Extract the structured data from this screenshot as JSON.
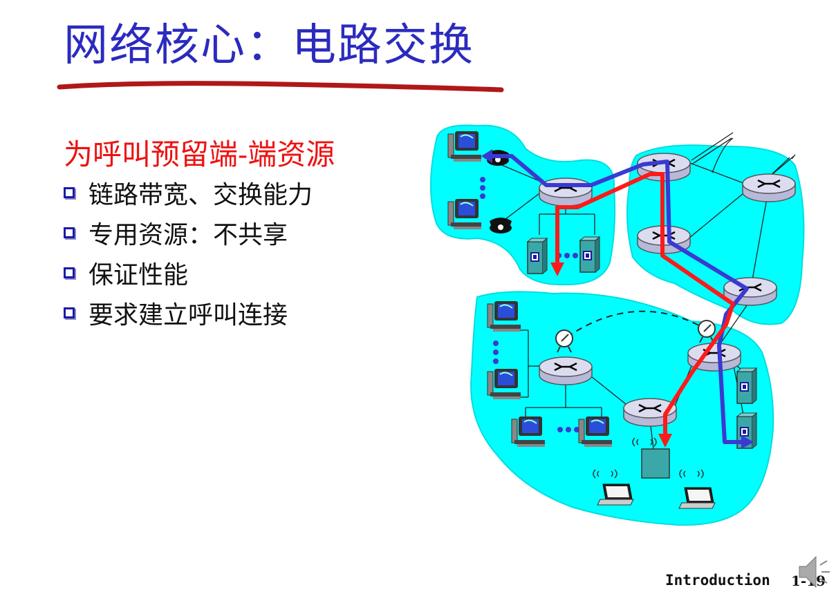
{
  "slide": {
    "title": "网络核心：电路交换",
    "subheading": "为呼叫预留端-端资源",
    "bullets": [
      "链路带宽、交换能力",
      "专用资源：不共享",
      "保证性能",
      "要求建立呼叫连接"
    ],
    "footer_label": "Introduction",
    "page_number": "1-19"
  },
  "colors": {
    "title": "#2b2bbf",
    "subheading": "#ee1111",
    "underline": "#b01818",
    "network_fill": "#00ffff",
    "circuit_red": "#ff1a1a",
    "circuit_blue": "#3a3ad0"
  },
  "icons": [
    "desktop-computer-icon",
    "telephone-icon",
    "router-icon",
    "server-icon",
    "laptop-icon",
    "wireless-access-point-icon",
    "satellite-dish-icon",
    "speaker-icon"
  ]
}
